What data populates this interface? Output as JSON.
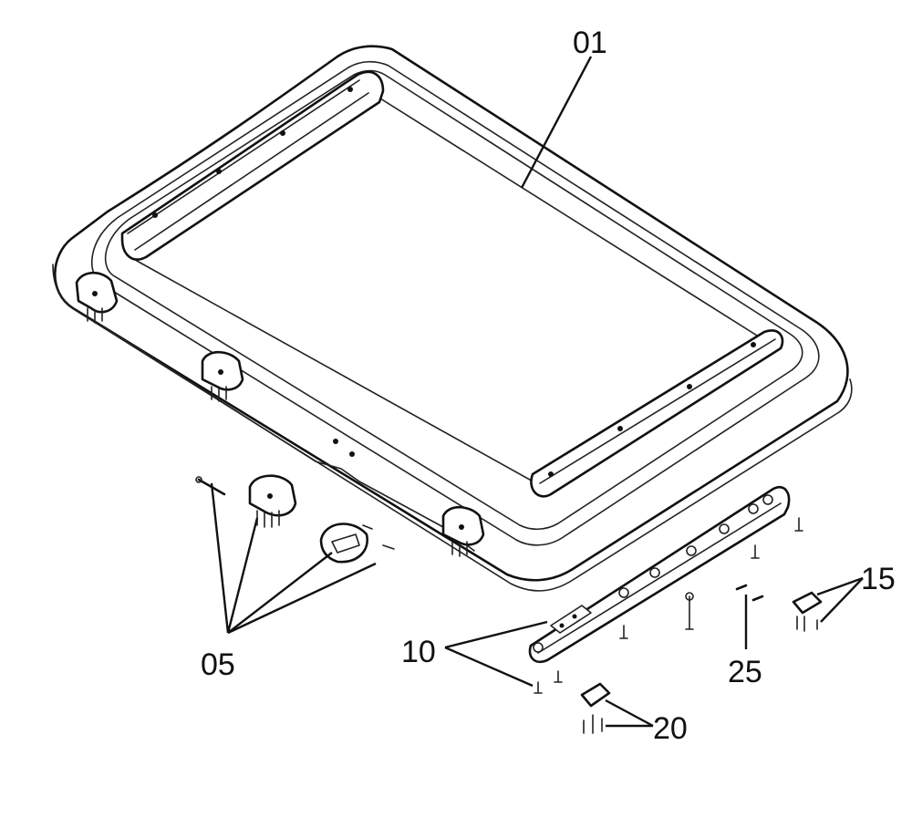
{
  "diagram": {
    "labels": {
      "frame": "01",
      "hinge_parts": "05",
      "hinge_bar_parts": "10",
      "side_clip": "15",
      "bottom_clip": "20",
      "pins": "25"
    }
  }
}
